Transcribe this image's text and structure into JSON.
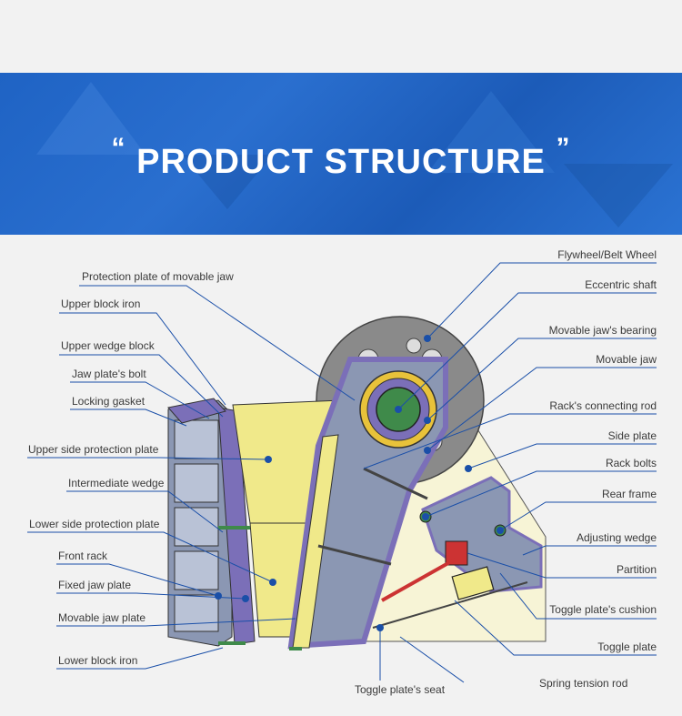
{
  "header": {
    "title": "PRODUCT STRUCTURE",
    "quote_open": "“",
    "quote_close": "”",
    "color": "#1f63c4"
  },
  "labels_left": [
    {
      "id": "protection-plate-movable-jaw",
      "text": "Protection plate of movable jaw"
    },
    {
      "id": "upper-block-iron",
      "text": "Upper block iron"
    },
    {
      "id": "upper-wedge-block",
      "text": "Upper wedge block"
    },
    {
      "id": "jaw-plates-bolt",
      "text": "Jaw plate's bolt"
    },
    {
      "id": "locking-gasket",
      "text": "Locking gasket"
    },
    {
      "id": "upper-side-protection-plate",
      "text": "Upper side protection plate"
    },
    {
      "id": "intermediate-wedge",
      "text": "Intermediate wedge"
    },
    {
      "id": "lower-side-protection-plate",
      "text": "Lower side protection plate"
    },
    {
      "id": "front-rack",
      "text": "Front rack"
    },
    {
      "id": "fixed-jaw-plate",
      "text": "Fixed jaw plate"
    },
    {
      "id": "movable-jaw-plate",
      "text": "Movable jaw plate"
    },
    {
      "id": "lower-block-iron",
      "text": "Lower block iron"
    },
    {
      "id": "toggle-plates-seat",
      "text": "Toggle plate's seat"
    }
  ],
  "labels_right": [
    {
      "id": "flywheel-belt-wheel",
      "text": "Flywheel/Belt Wheel"
    },
    {
      "id": "eccentric-shaft",
      "text": "Eccentric shaft"
    },
    {
      "id": "movable-jaws-bearing",
      "text": "Movable jaw's bearing"
    },
    {
      "id": "movable-jaw",
      "text": "Movable jaw"
    },
    {
      "id": "racks-connecting-rod",
      "text": "Rack's connecting rod"
    },
    {
      "id": "side-plate",
      "text": "Side plate"
    },
    {
      "id": "rack-bolts",
      "text": "Rack bolts"
    },
    {
      "id": "rear-frame",
      "text": "Rear frame"
    },
    {
      "id": "adjusting-wedge",
      "text": "Adjusting wedge"
    },
    {
      "id": "partition",
      "text": "Partition"
    },
    {
      "id": "toggle-plates-cushion",
      "text": "Toggle plate's cushion"
    },
    {
      "id": "toggle-plate",
      "text": "Toggle plate"
    },
    {
      "id": "spring-tension-rod",
      "text": "Spring tension rod"
    }
  ],
  "colors": {
    "leader": "#1a4fa8",
    "frame_purple": "#7b6fb8",
    "jaw_gray": "#8b97b3",
    "plate_yellow": "#f0e98a",
    "side_plate": "#f7f4d6",
    "flywheel": "#8a8a8a",
    "shaft_green": "#3f8a4a",
    "bearing_yellow": "#e8c23a"
  }
}
